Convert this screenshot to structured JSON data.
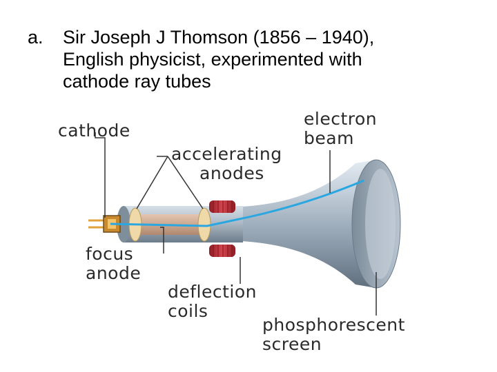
{
  "heading": {
    "marker": "a.",
    "lines": [
      "Sir Joseph J Thomson (1856 – 1940),",
      "English physicist, experimented with",
      "cathode ray tubes"
    ]
  },
  "diagram": {
    "labels": {
      "cathode": [
        "cathode"
      ],
      "accelerating_anodes": [
        "accelerating",
        "anodes"
      ],
      "electron_beam": [
        "electron",
        "beam"
      ],
      "focus_anode": [
        "focus",
        "anode"
      ],
      "deflection_coils": [
        "deflection",
        "coils"
      ],
      "phosphorescent_screen": [
        "phosphorescent",
        "screen"
      ]
    },
    "colors": {
      "tube_glass": "#b7c3cf",
      "tube_dark": "#6f7f8e",
      "beam": "#2aa7e0",
      "coil": "#c4303a",
      "anode_disc": "#efd9a8",
      "cathode_pins": "#e0a23a"
    }
  }
}
